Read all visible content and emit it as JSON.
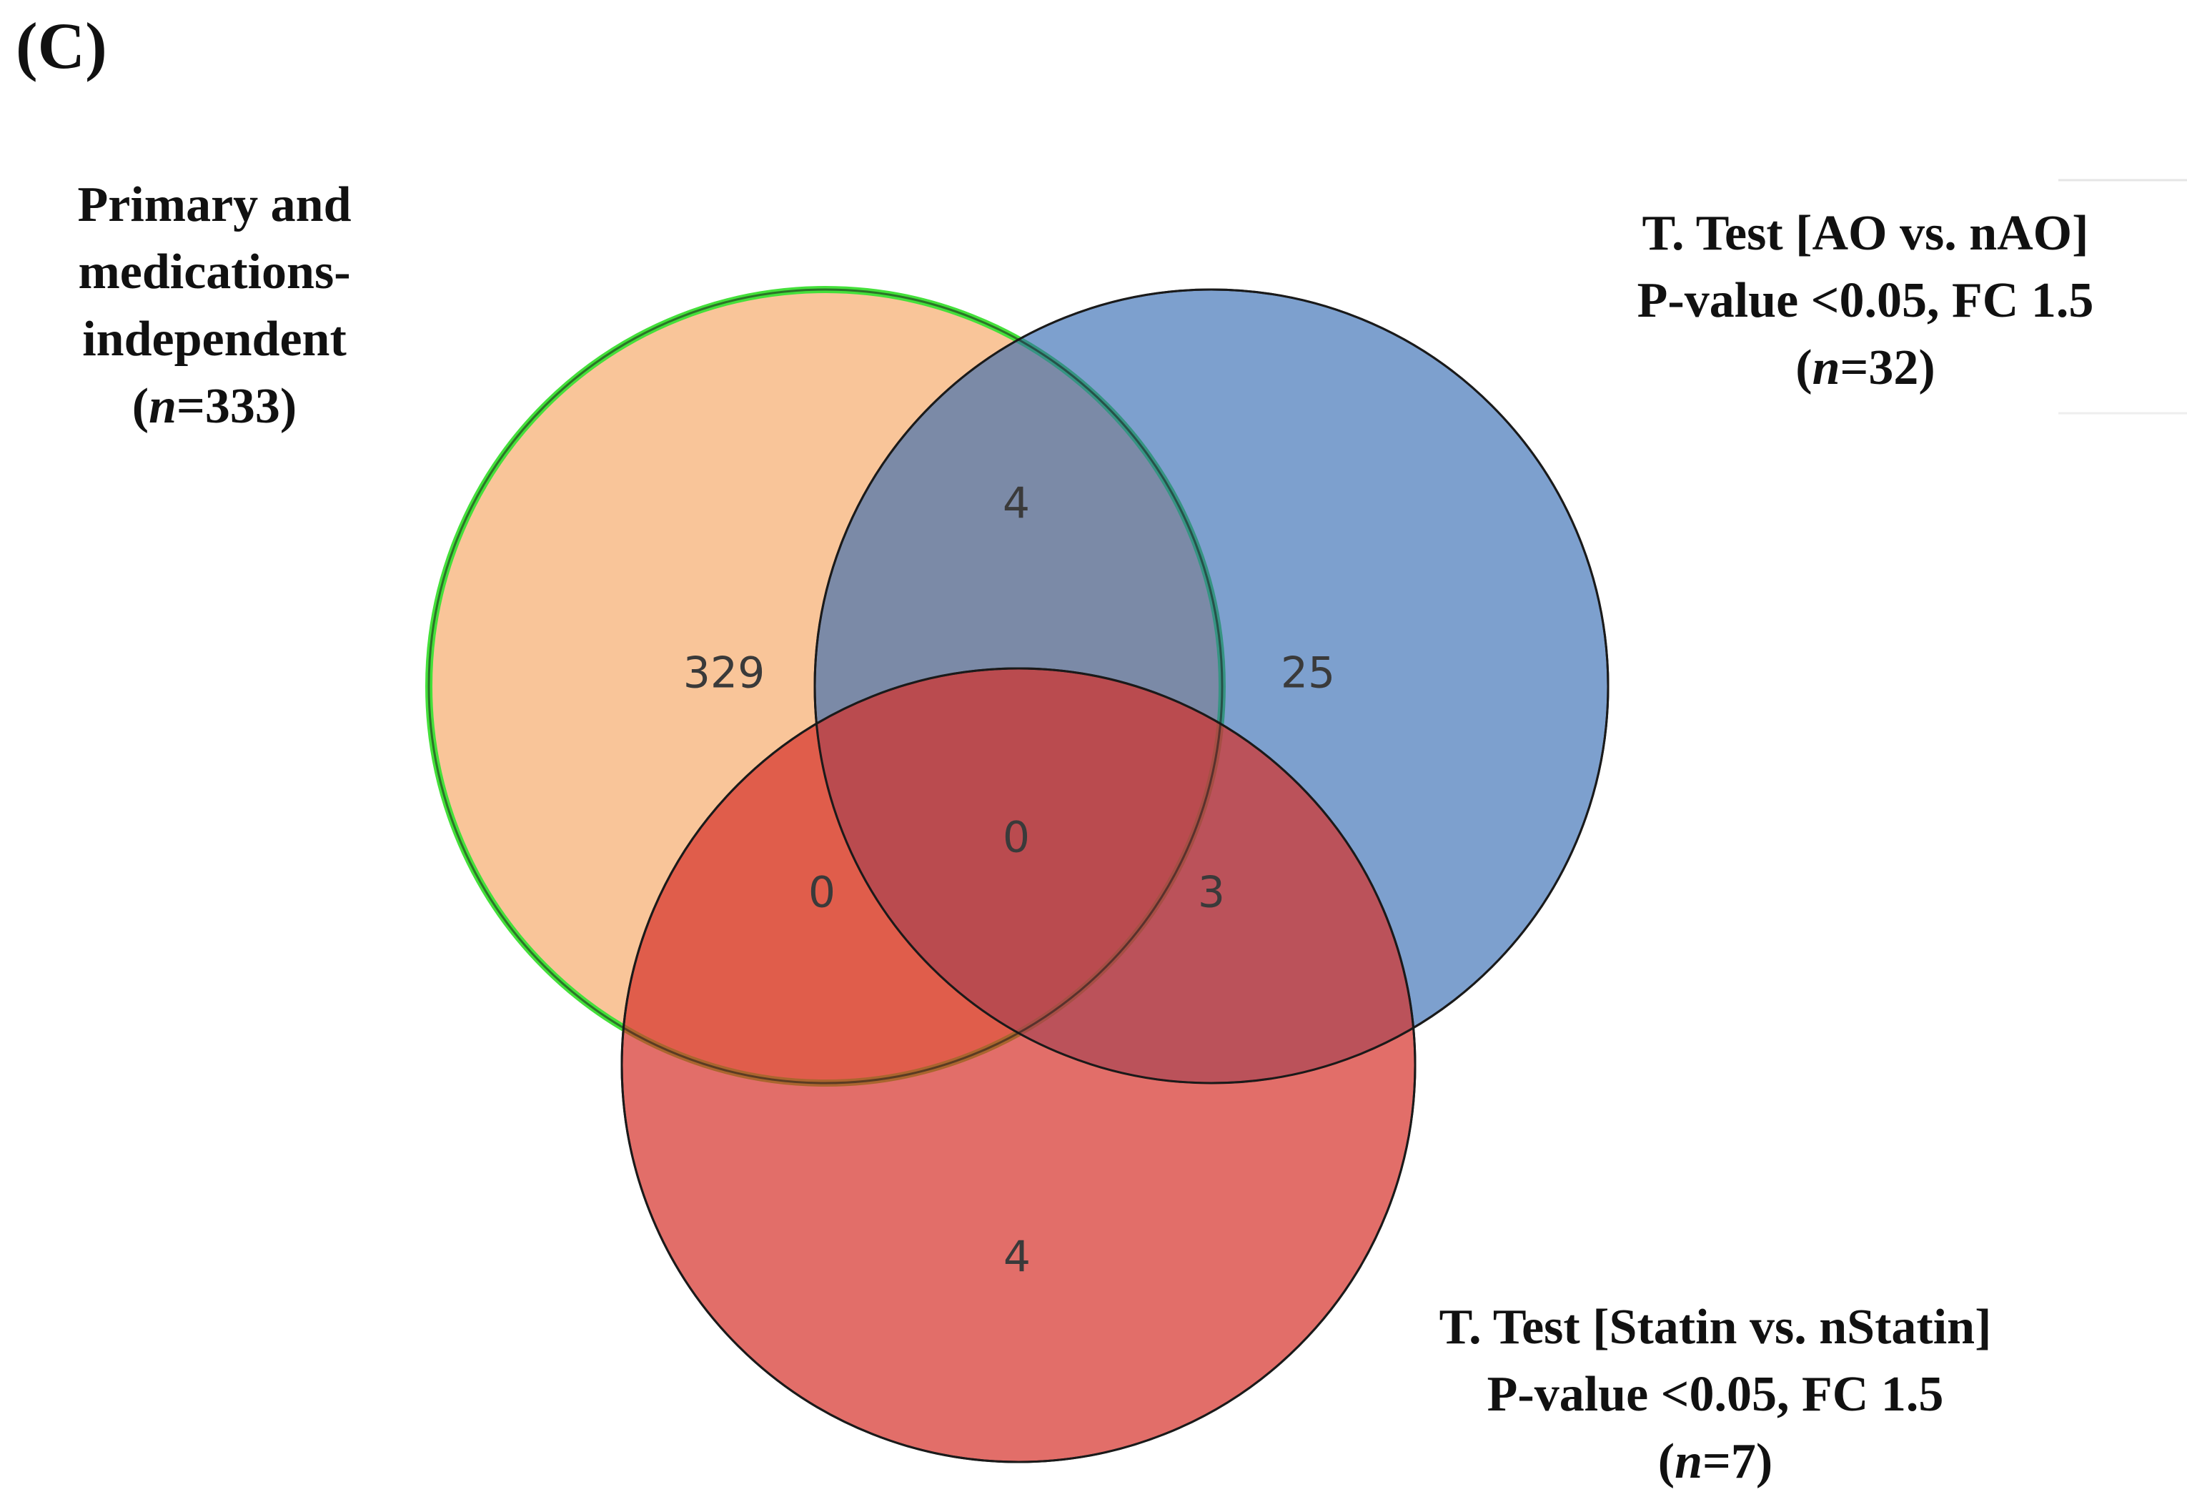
{
  "panel_label": "(C)",
  "sets": {
    "a": {
      "lines": [
        "Primary and",
        "medications-",
        "independent"
      ],
      "n_prefix": "(",
      "n_symbol": "n",
      "n_value": "=333)",
      "fill": "#f5a15a",
      "border": "#44e03a"
    },
    "b": {
      "lines": [
        "T. Test [AO vs. nAO]",
        "P-value <0.05, FC 1.5"
      ],
      "n_prefix": "(",
      "n_symbol": "n",
      "n_value": "=32)",
      "fill": "#2d66b0"
    },
    "c": {
      "lines": [
        "T. Test [Statin vs. nStatin]",
        "P-value <0.05, FC 1.5"
      ],
      "n_prefix": "(",
      "n_symbol": "n",
      "n_value": "=7)",
      "fill": "#d6302a"
    }
  },
  "regions": {
    "a_only": "329",
    "b_only": "25",
    "c_only": "4",
    "ab": "4",
    "ac": "0",
    "bc": "3",
    "abc": "0"
  }
}
